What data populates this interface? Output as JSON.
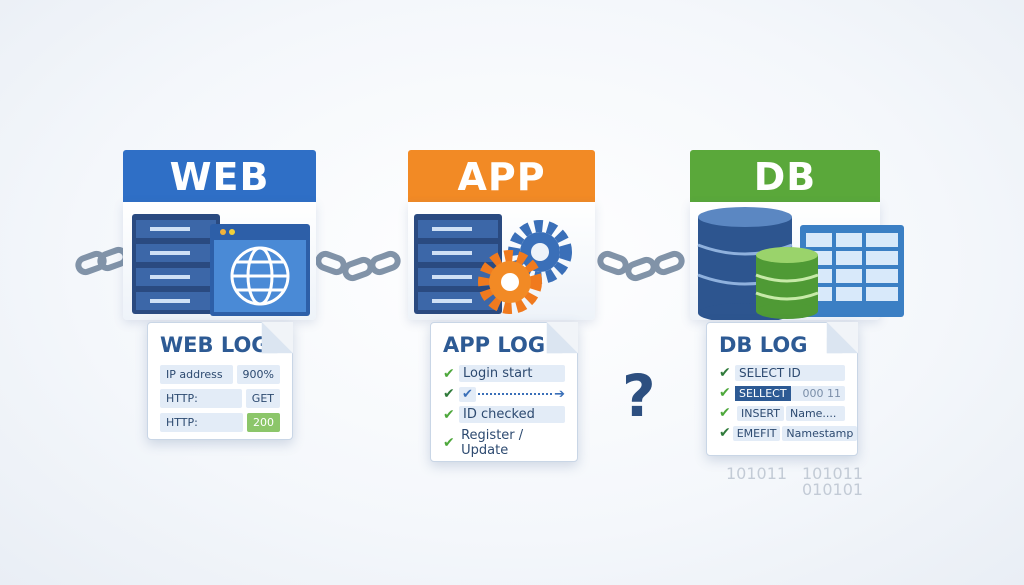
{
  "tiers": {
    "web": {
      "title": "WEB",
      "color": "#2f6fc6"
    },
    "app": {
      "title": "APP",
      "color": "#f28a25"
    },
    "db": {
      "title": "DB",
      "color": "#5aa83a"
    }
  },
  "web_log": {
    "title": "WEB LOG",
    "rows": [
      {
        "label": "IP address",
        "value": "900%"
      },
      {
        "label": "HTTP:",
        "value": "GET"
      },
      {
        "label": "HTTP:",
        "value": "200"
      }
    ]
  },
  "app_log": {
    "title": "APP LOG",
    "rows": [
      "Login start",
      "",
      "ID checked",
      "Register / Update"
    ]
  },
  "db_log": {
    "title": "DB LOG",
    "rows": [
      {
        "a": "SELECT ID",
        "b": ""
      },
      {
        "a": "SELLECT",
        "b": "000 11"
      },
      {
        "a": "INSERT",
        "b": "Name...."
      },
      {
        "a": "EMEFIT",
        "b": "Namestamp"
      }
    ]
  },
  "question": "?",
  "binary": [
    "101011",
    "101011",
    "010101"
  ]
}
